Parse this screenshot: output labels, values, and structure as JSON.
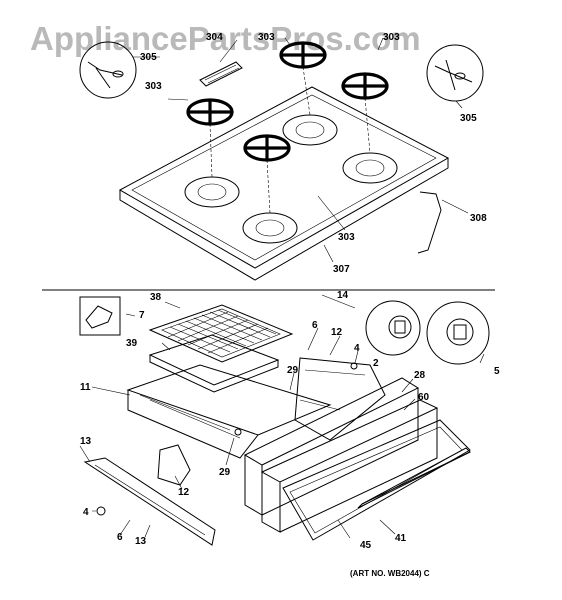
{
  "watermark": "AppliancePartsPros.com",
  "art_number": "(ART NO. WB2044) C",
  "callouts": {
    "c305a": "305",
    "c303a": "303",
    "c304": "304",
    "c303b": "303",
    "c303c": "303",
    "c305b": "305",
    "c303d": "303",
    "c308": "308",
    "c307": "307",
    "c14": "14",
    "c38": "38",
    "c7": "7",
    "c6": "6",
    "c12a": "12",
    "c39": "39",
    "c4a": "4",
    "c2": "2",
    "c5": "5",
    "c11": "11",
    "c29a": "29",
    "c28": "28",
    "c60": "60",
    "c13a": "13",
    "c29b": "29",
    "c12b": "12",
    "c4b": "4",
    "c6b": "6",
    "c13b": "13",
    "c45": "45",
    "c41": "41"
  }
}
